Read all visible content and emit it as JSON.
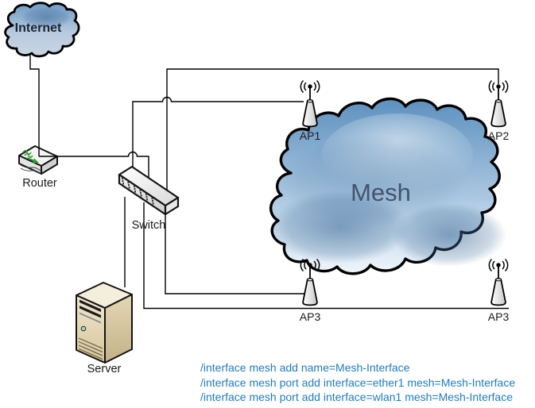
{
  "diagram": {
    "nodes": {
      "internet": {
        "label": "Internet"
      },
      "router": {
        "label": "Router"
      },
      "switch": {
        "label": "Switch"
      },
      "server": {
        "label": "Server"
      },
      "ap1": {
        "label": "AP1"
      },
      "ap2": {
        "label": "AP2"
      },
      "ap3_left": {
        "label": "AP3"
      },
      "ap3_right": {
        "label": "AP3"
      },
      "mesh": {
        "label": "Mesh"
      }
    },
    "commands": [
      "/interface mesh add name=Mesh-Interface",
      "/interface mesh port add interface=ether1 mesh=Mesh-Interface",
      "/interface mesh port add interface=wlan1 mesh=Mesh-Interface"
    ],
    "colors": {
      "connector": "#000000",
      "command_text": "#1F7CC4",
      "mesh_label": "#44546A",
      "internet_label": "#1A2433",
      "device_label": "#1A1A1A",
      "cloud_top": "#5D90BE",
      "cloud_bottom": "#F0F6FB"
    }
  }
}
